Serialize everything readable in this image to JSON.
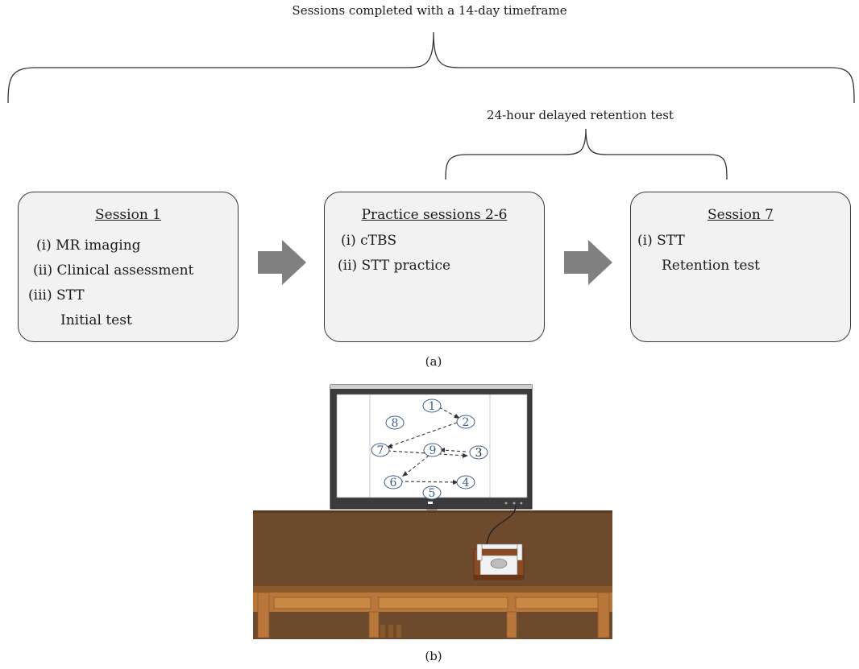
{
  "header": {
    "timeframe_label": "Sessions completed with a 14-day timeframe"
  },
  "retention_label": "24-hour delayed retention test",
  "sessions": [
    {
      "title": "Session 1",
      "items": [
        {
          "num": "(i)",
          "text": "MR imaging"
        },
        {
          "num": "(ii)",
          "text": "Clinical assessment"
        },
        {
          "num": "(iii)",
          "text": "STT"
        },
        {
          "num": "",
          "text": "Initial test"
        }
      ]
    },
    {
      "title": "Practice sessions 2-6",
      "items": [
        {
          "num": "(i)",
          "text": "cTBS"
        },
        {
          "num": "(ii)",
          "text": "STT practice"
        }
      ]
    },
    {
      "title": "Session 7",
      "items": [
        {
          "num": "(i)",
          "text": "STT"
        },
        {
          "num": "",
          "text": "Retention test"
        }
      ]
    }
  ],
  "panel_labels": {
    "a": "(a)",
    "b": "(b)"
  },
  "monitor_targets": [
    "1",
    "2",
    "3",
    "4",
    "5",
    "6",
    "7",
    "8",
    "9"
  ],
  "colors": {
    "box_fill": "#f2f2f2",
    "arrow": "#808080",
    "table": "#6e4a2d",
    "target": "#3e5f8a"
  }
}
